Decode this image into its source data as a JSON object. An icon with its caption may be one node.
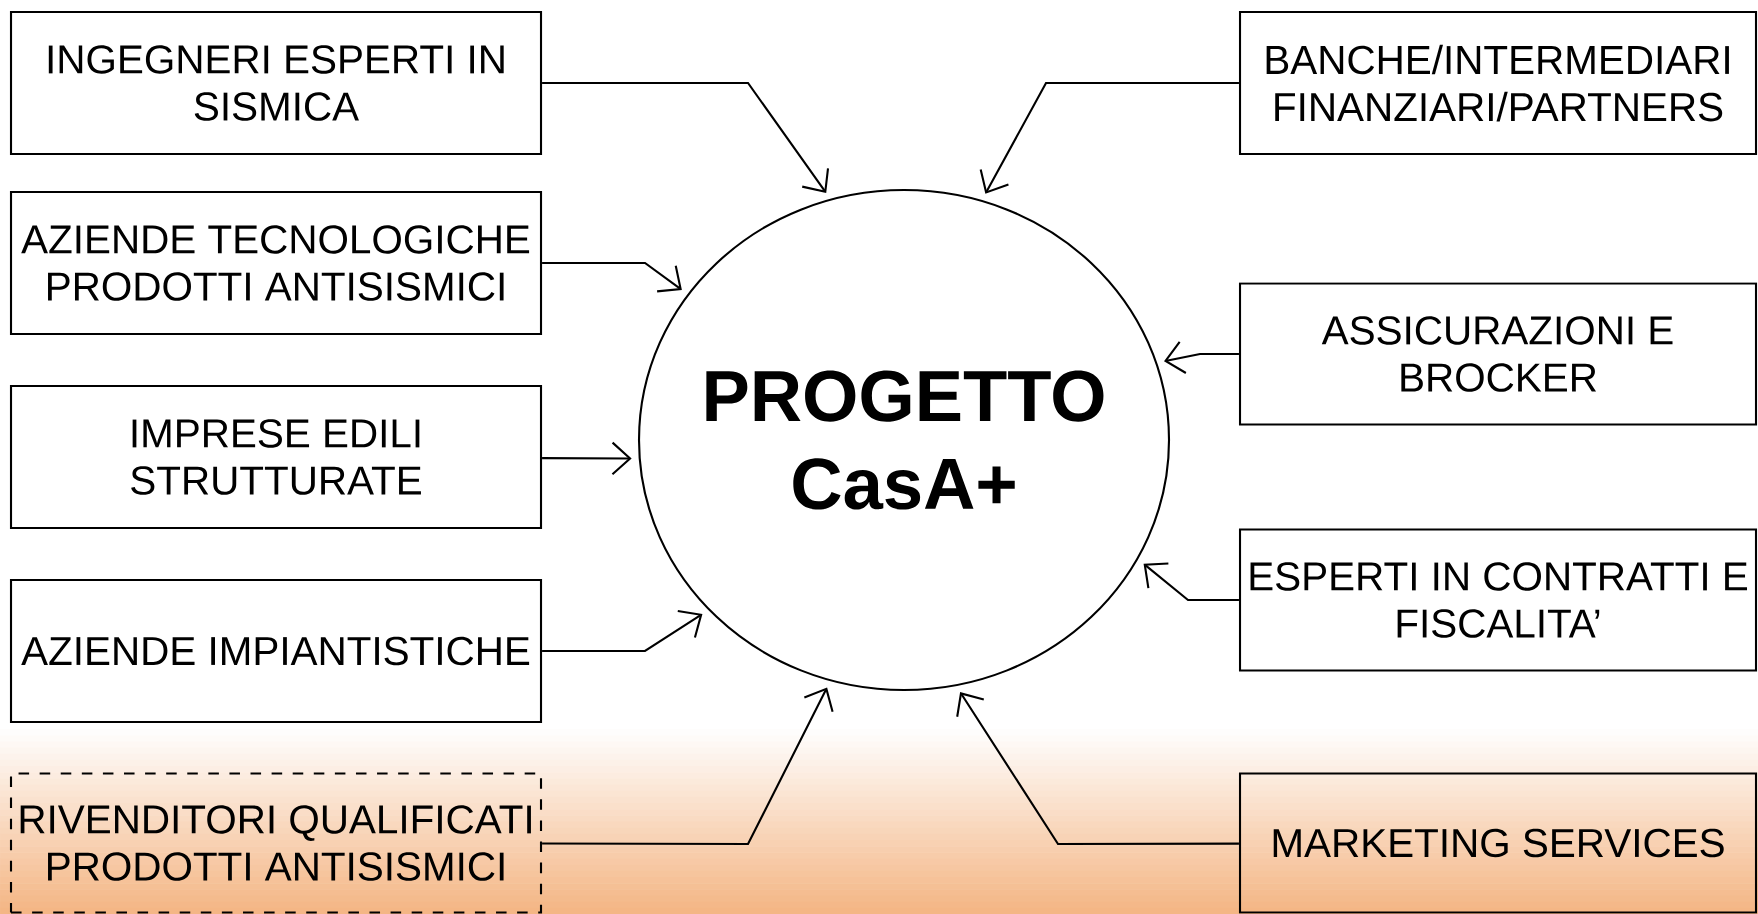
{
  "diagram": {
    "nodes": [
      {
        "text": [
          "INGEGNERI ESPERTI IN SISMICA"
        ]
      },
      {
        "text": [
          "AZIENDE TECNOLOGICHE PRODOTTI ANTISISMICI"
        ]
      },
      {
        "text": [
          "IMPRESE EDILI STRUTTURATE"
        ]
      },
      {
        "text": [
          "AZIENDE IMPIANTISTICHE"
        ]
      },
      {
        "text": [
          "RIVENDITORI QUALIFICATI PRODOTTI ANTISISMICI"
        ]
      },
      {
        "text": [
          "PROGETTO CasA+"
        ]
      },
      {
        "text": [
          "BANCHE/INTERMEDIARI FINANZIARI/PARTNERS"
        ]
      },
      {
        "text": [
          "ASSICURAZIONI E BROCKER"
        ]
      },
      {
        "text": [
          "ESPERTI IN CONTRATTI E FISCALITA’"
        ]
      },
      {
        "text": [
          "MARKETING SERVICES"
        ]
      }
    ],
    "edges": [
      {
        "from": 0,
        "to": 5,
        "arrow": "to"
      },
      {
        "from": 1,
        "to": 5,
        "arrow": "to"
      },
      {
        "from": 2,
        "to": 5,
        "arrow": "to"
      },
      {
        "from": 3,
        "to": 5,
        "arrow": "to"
      },
      {
        "from": 4,
        "to": 5,
        "arrow": "to"
      },
      {
        "from": 6,
        "to": 5,
        "arrow": "to"
      },
      {
        "from": 7,
        "to": 5,
        "arrow": "to"
      },
      {
        "from": 8,
        "to": 5,
        "arrow": "to"
      },
      {
        "from": 9,
        "to": 5,
        "arrow": "to"
      }
    ]
  }
}
